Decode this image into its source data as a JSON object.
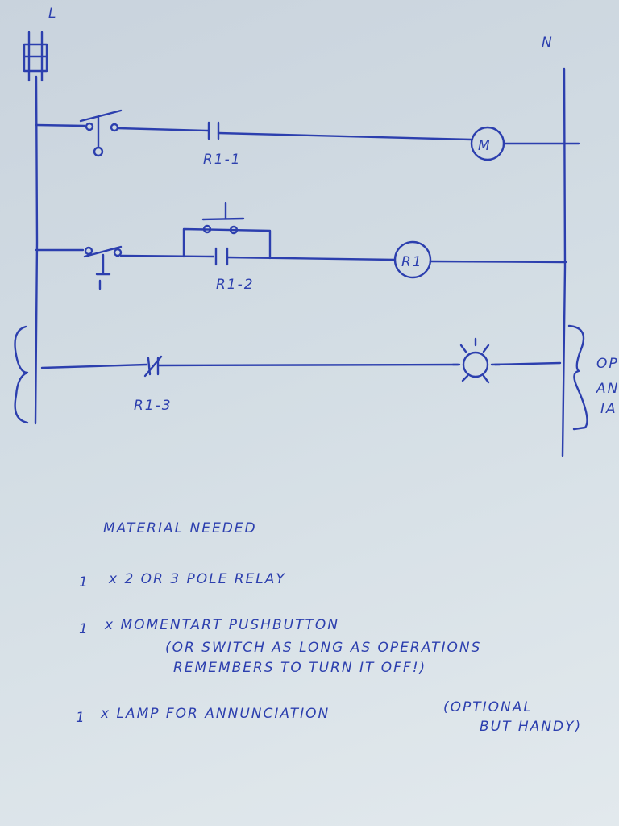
{
  "diagram": {
    "line_label": "L",
    "neutral_label": "N",
    "rungs": [
      {
        "contact_label": "R1-1",
        "load_label": "M"
      },
      {
        "contact_label": "R1-2",
        "load_label": "R1"
      },
      {
        "contact_label": "R1-3",
        "load_label": ""
      }
    ],
    "side_note_fragments": [
      "OPT",
      "AN",
      "IA"
    ],
    "ink_color": "#2c3fae"
  },
  "notes": {
    "heading": "MATERIAL NEEDED",
    "items": [
      {
        "qty": "1",
        "text": "x 2 OR 3 POLE RELAY"
      },
      {
        "qty": "1",
        "text": "x MOMENTART PUSHBUTTON",
        "sub1": "(OR SWITCH AS LONG AS OPERATIONS",
        "sub2": "REMEMBERS TO TURN IT OFF!)"
      },
      {
        "qty": "1",
        "text": "x LAMP FOR ANNUNCIATION",
        "aside1": "(OPTIONAL",
        "aside2": "BUT HANDY)"
      }
    ]
  }
}
